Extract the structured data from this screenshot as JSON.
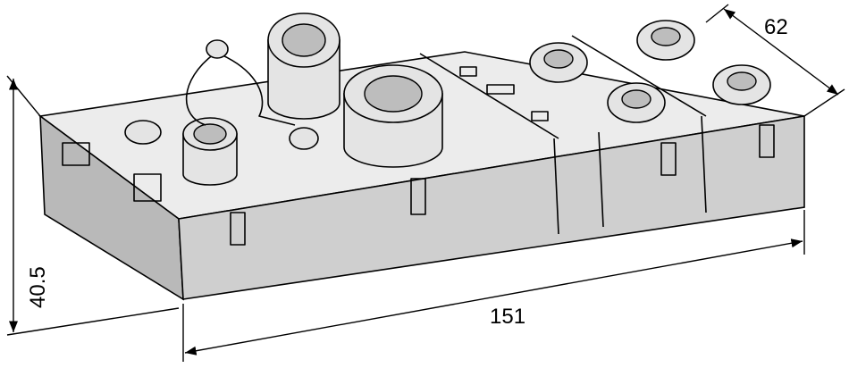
{
  "dimensions": {
    "width_label": "151",
    "depth_label": "62",
    "height_label": "40.5"
  }
}
